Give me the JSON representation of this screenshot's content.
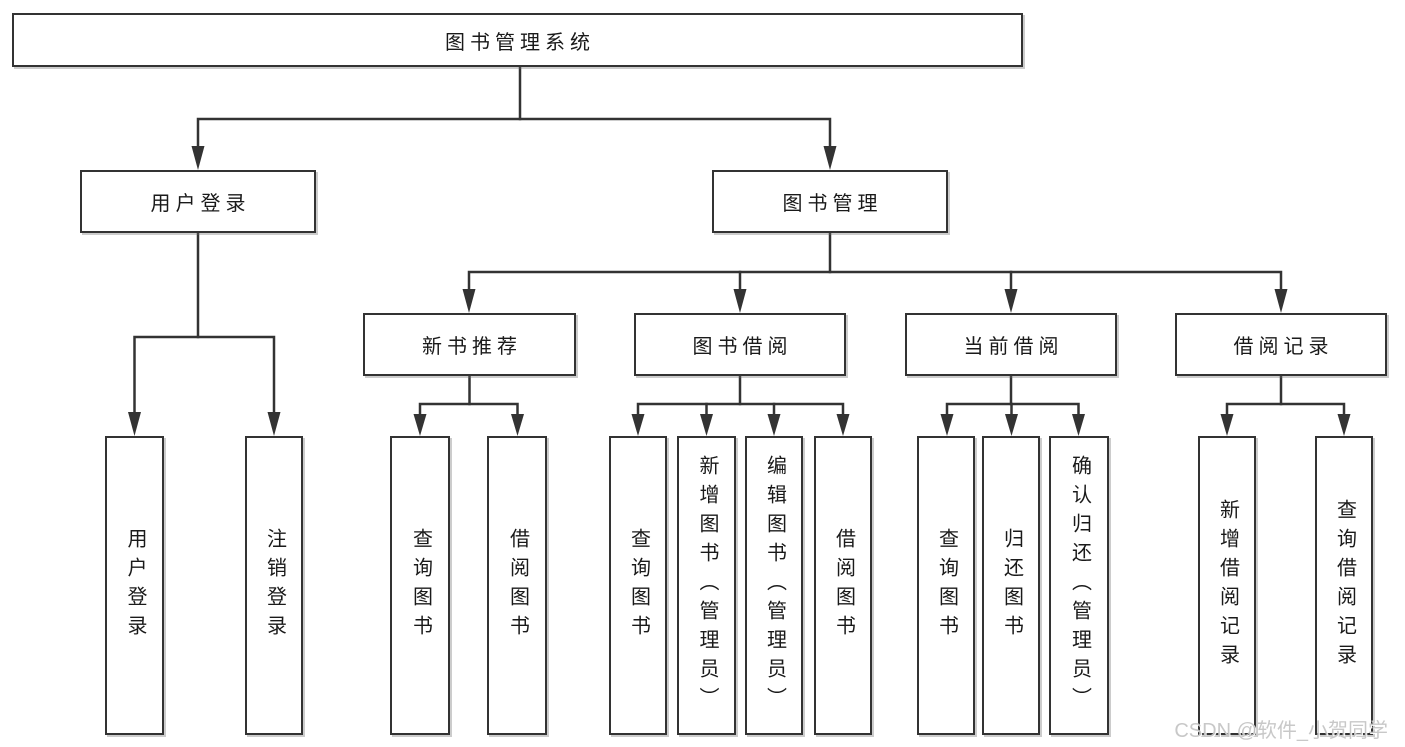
{
  "colors": {
    "line": "#333333",
    "box_border": "#333333",
    "box_background": "#ffffff",
    "text": "#1a1a1a",
    "watermark": "#c6c6c6"
  },
  "watermark": {
    "text": "CSDN @软件_小贺同学"
  },
  "tree": {
    "root": {
      "label": "图书管理系统"
    },
    "branches": [
      {
        "label": "用户登录",
        "children": [
          {
            "label": "用户登录"
          },
          {
            "label": "注销登录"
          }
        ]
      },
      {
        "label": "图书管理",
        "children": [
          {
            "label": "新书推荐",
            "children": [
              {
                "label": "查询图书"
              },
              {
                "label": "借阅图书"
              }
            ]
          },
          {
            "label": "图书借阅",
            "children": [
              {
                "label": "查询图书"
              },
              {
                "label": "新增图书（管理员）"
              },
              {
                "label": "编辑图书（管理员）"
              },
              {
                "label": "借阅图书"
              }
            ]
          },
          {
            "label": "当前借阅",
            "children": [
              {
                "label": "查询图书"
              },
              {
                "label": "归还图书"
              },
              {
                "label": "确认归还（管理员）"
              }
            ]
          },
          {
            "label": "借阅记录",
            "children": [
              {
                "label": "新增借阅记录"
              },
              {
                "label": "查询借阅记录"
              }
            ]
          }
        ]
      }
    ]
  }
}
